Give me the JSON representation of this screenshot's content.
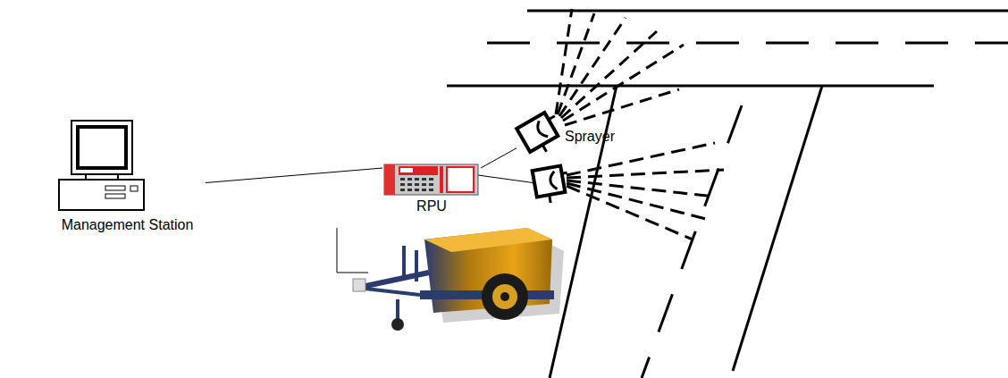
{
  "diagram": {
    "nodes": [
      {
        "text": [
          "Management Station"
        ]
      },
      {
        "text": [
          "RPU"
        ]
      },
      {
        "text": [
          "Sprayer"
        ]
      }
    ],
    "edges": [
      {
        "from": 0,
        "to": 1,
        "arrow": "none"
      },
      {
        "from": 1,
        "to": 2,
        "arrow": "none"
      }
    ]
  }
}
